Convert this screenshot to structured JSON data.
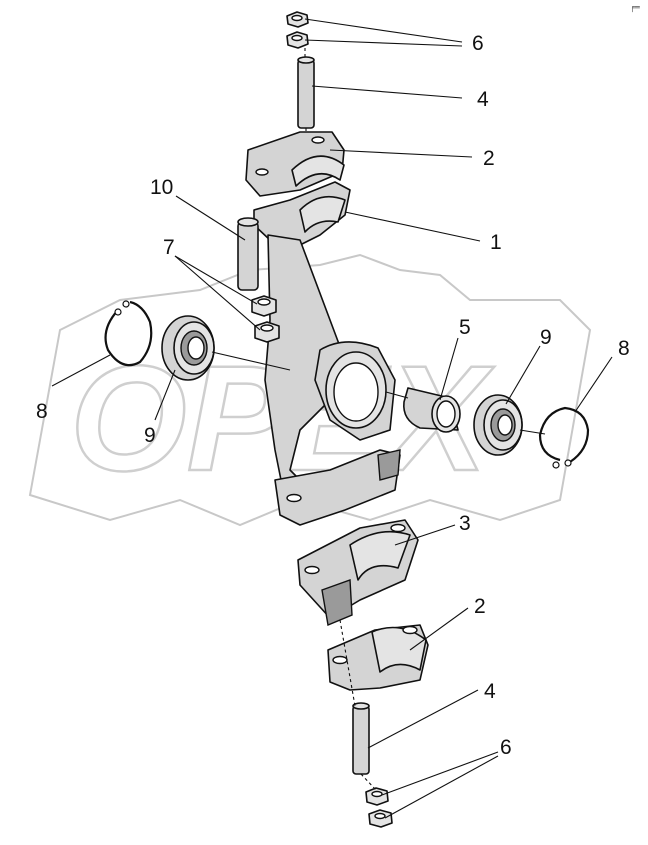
{
  "watermark": {
    "text": "OPEX"
  },
  "corner_mark": "╒═",
  "callouts": [
    {
      "id": "c6-top",
      "text": "6"
    },
    {
      "id": "c4-top",
      "text": "4"
    },
    {
      "id": "c2-top",
      "text": "2"
    },
    {
      "id": "c10",
      "text": "10"
    },
    {
      "id": "c1",
      "text": "1"
    },
    {
      "id": "c7",
      "text": "7"
    },
    {
      "id": "c5",
      "text": "5"
    },
    {
      "id": "c9-right",
      "text": "9"
    },
    {
      "id": "c8-right",
      "text": "8"
    },
    {
      "id": "c8-left",
      "text": "8"
    },
    {
      "id": "c9-left",
      "text": "9"
    },
    {
      "id": "c3",
      "text": "3"
    },
    {
      "id": "c2-bottom",
      "text": "2"
    },
    {
      "id": "c4-bottom",
      "text": "4"
    },
    {
      "id": "c6-bottom",
      "text": "6"
    }
  ]
}
